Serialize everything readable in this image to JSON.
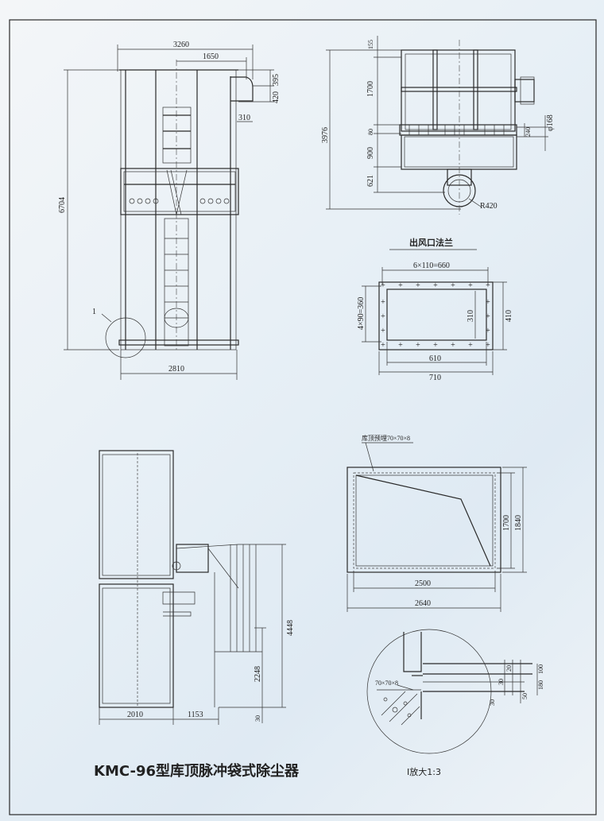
{
  "title": "KMC-96型库顶脉冲袋式除尘器",
  "front_view": {
    "dims": {
      "width_total": "3260",
      "center_to_outlet": "1650",
      "outlet_top": "395",
      "outlet_height": "420",
      "outlet_width": "310",
      "height_total": "6704",
      "base_width": "2810"
    },
    "detail_marker": "1"
  },
  "side_view": {
    "dims": {
      "height_total": "3976",
      "top": "155",
      "upper": "1700",
      "grid": "80",
      "hopper": "900",
      "pipe": "621",
      "radius": "R420",
      "flange_gap": "240",
      "pipe_dia": "φ168"
    }
  },
  "flange": {
    "title": "出风口法兰",
    "dims": {
      "bolt_h": "6×110=660",
      "bolt_v": "4×90=360",
      "inner_h": "310",
      "outer_h": "410",
      "inner_w": "610",
      "outer_w": "710"
    }
  },
  "elevation": {
    "dims": {
      "height_total": "4448",
      "height_lower": "2248",
      "base": "30",
      "width_body": "2010",
      "width_platform": "1153"
    }
  },
  "plan": {
    "label": "库顶预埋70×70×8",
    "dims": {
      "inner_h": "1700",
      "outer_h": "1840",
      "inner_w": "2500",
      "outer_w": "2640"
    }
  },
  "detail": {
    "title": "I放大1:3",
    "angle_label": "70×70×8",
    "dims": [
      "20",
      "30",
      "50",
      "30",
      "100",
      "180"
    ]
  }
}
